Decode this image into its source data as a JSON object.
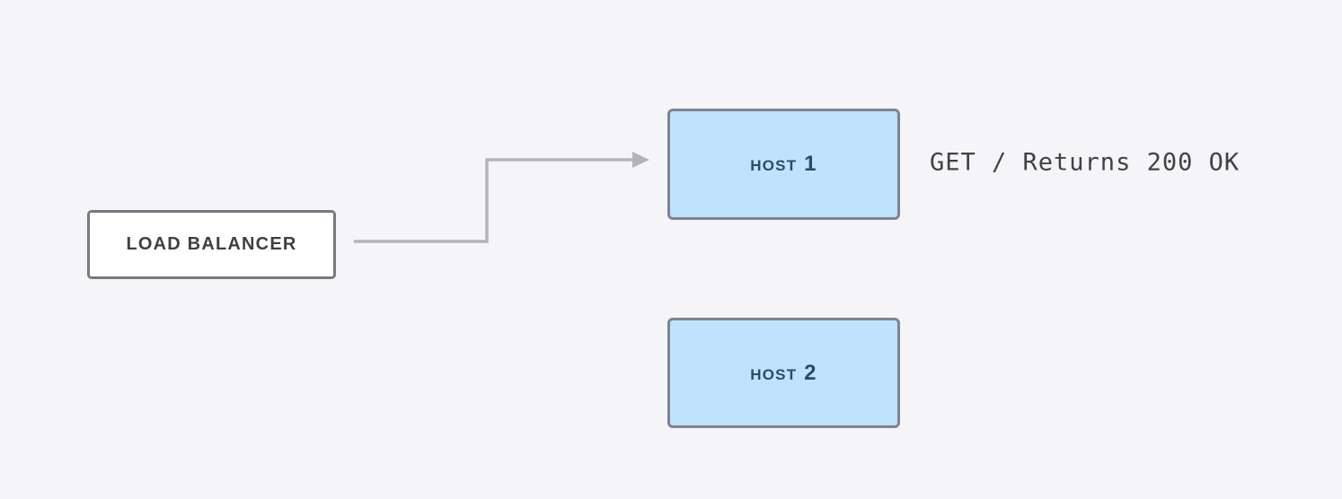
{
  "colors": {
    "page_bg": "#f5f4f6",
    "lb_fill": "#ffffff",
    "lb_border": "#797780",
    "lb_text": "#3c4045",
    "host_fill": "#bfe2fd",
    "host_border": "#7b8591",
    "host_text": "#2e4b66",
    "arrow": "#b5b3b8",
    "annotation_text": "#414246"
  },
  "diagram": {
    "load_balancer": {
      "label": "LOAD BALANCER"
    },
    "hosts": [
      {
        "label": "HOST 1"
      },
      {
        "label": "HOST 2"
      }
    ],
    "edges": [
      {
        "from": "LOAD BALANCER",
        "to": "HOST 1"
      }
    ],
    "annotation": {
      "text": "GET / Returns 200 OK"
    }
  }
}
